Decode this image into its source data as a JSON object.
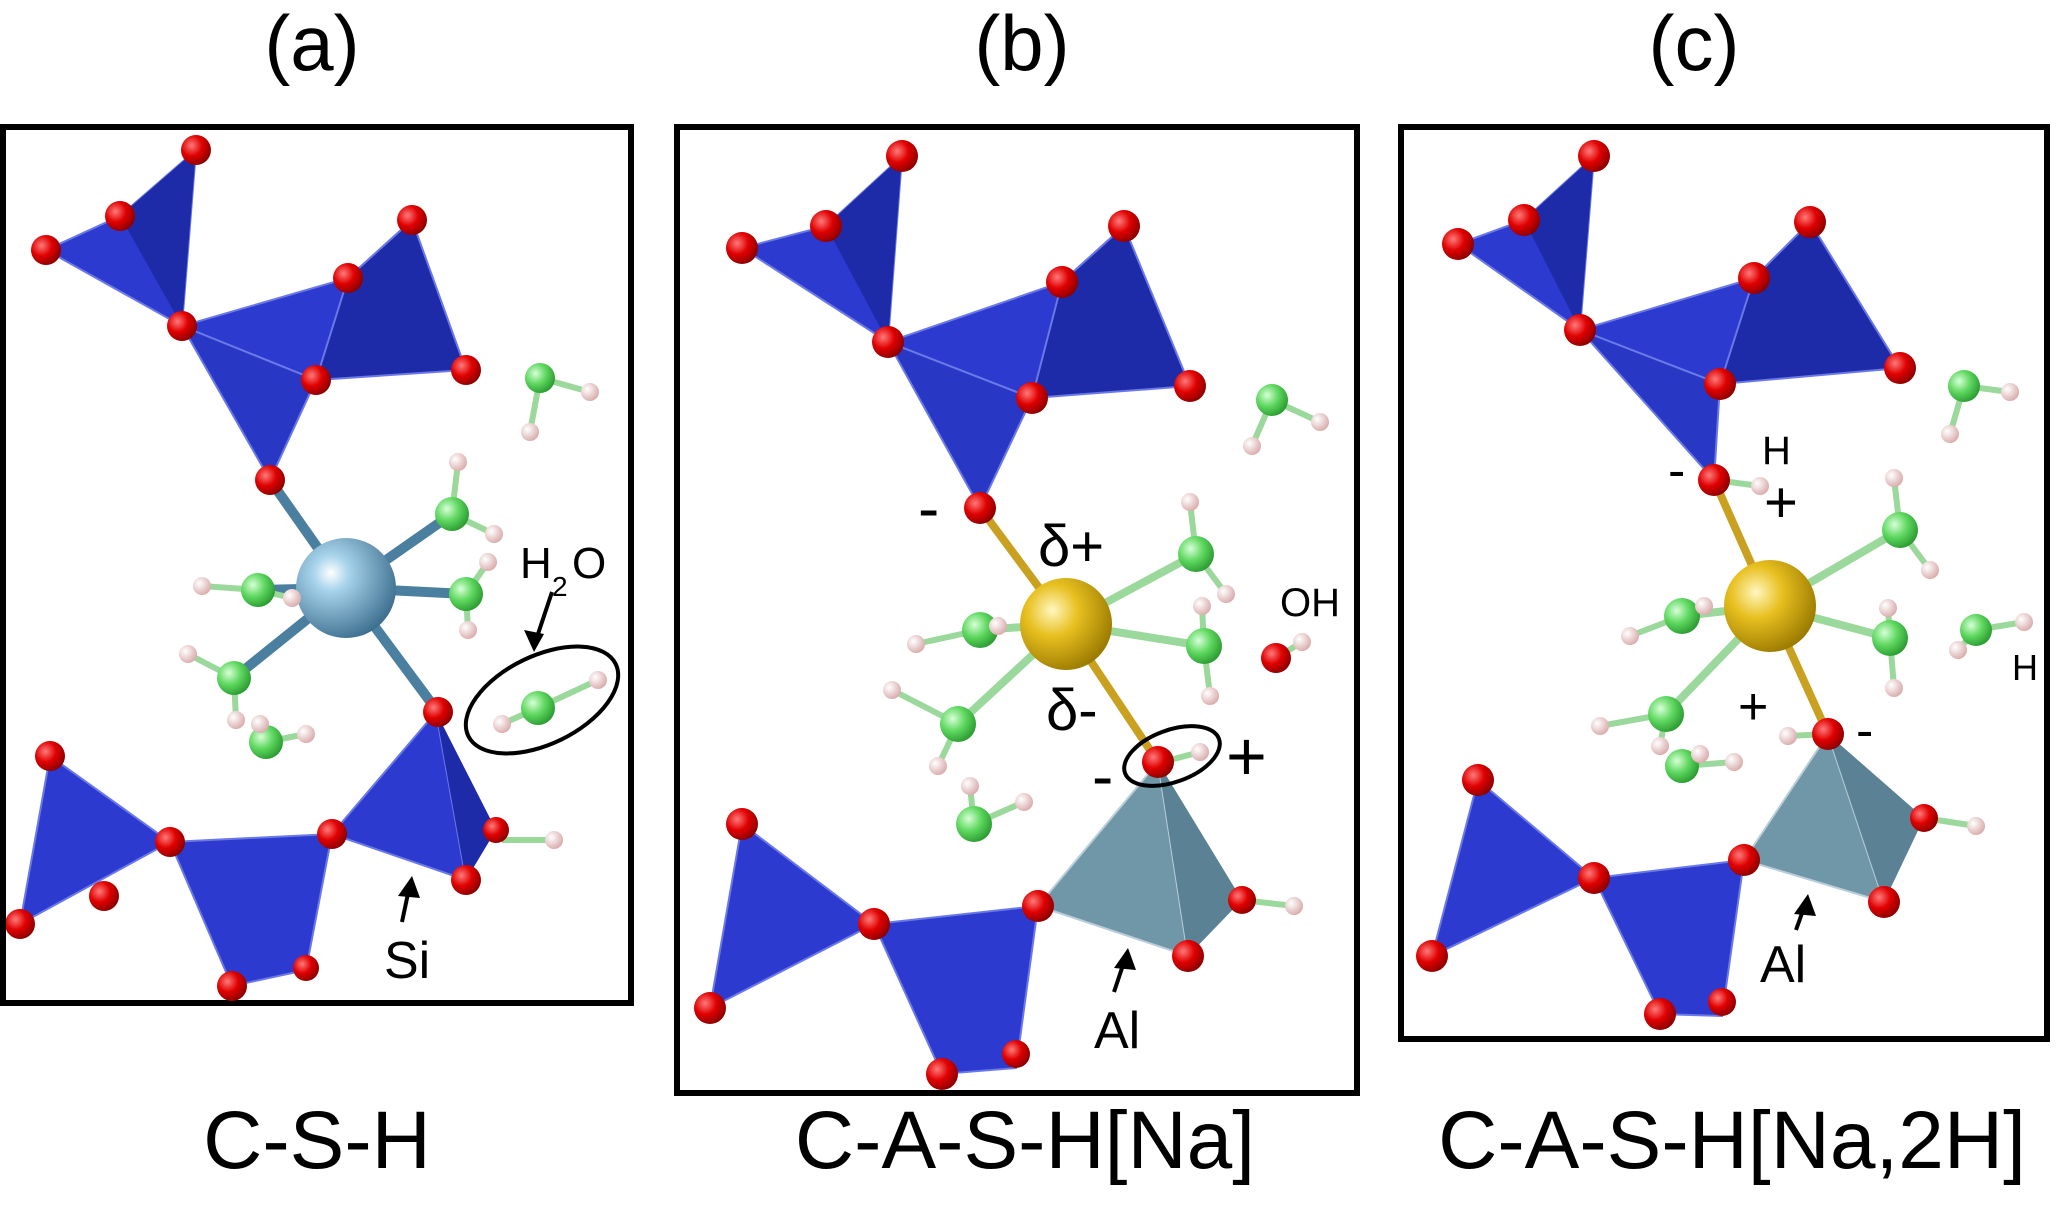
{
  "panels": [
    {
      "letter": "(a)",
      "caption": "C-S-H",
      "labels": {
        "h2o_h": "H",
        "h2o_sub": "2",
        "h2o_o": "O",
        "si": "Si"
      }
    },
    {
      "letter": "(b)",
      "caption": "C-A-S-H[Na]",
      "labels": {
        "delta_plus": "δ+",
        "delta_minus": "δ-",
        "minus_top": "-",
        "minus_bottom": "-",
        "plus_right": "+",
        "oh": "OH",
        "al": "Al"
      }
    },
    {
      "letter": "(c)",
      "caption": "C-A-S-H[Na,2H]",
      "labels": {
        "h_top": "H",
        "plus_top": "+",
        "minus_top": "-",
        "h_right": "H",
        "plus_bottom": "+",
        "minus_bottom": "-",
        "al": "Al"
      }
    }
  ],
  "colors": {
    "si_tetrahedron": "#2c3ad0",
    "al_tetrahedron": "#6f97a8",
    "oxygen": "#e00000",
    "hydrogen": "#f0c8c8",
    "water_oxygen": "#5fd860",
    "calcium": "#5b8fb0",
    "sodium": "#e8c020",
    "frame": "#000000"
  }
}
